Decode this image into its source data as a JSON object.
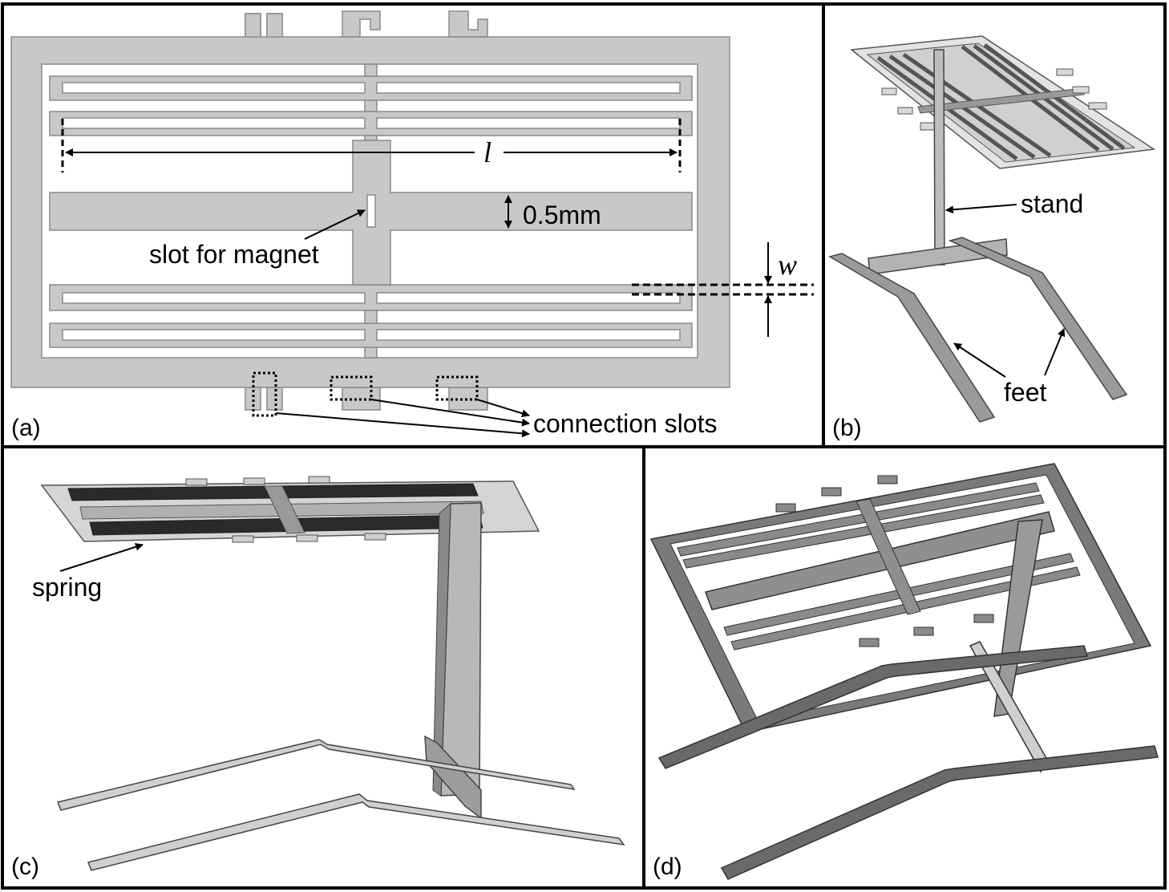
{
  "panels": {
    "a": {
      "label": "(a)"
    },
    "b": {
      "label": "(b)"
    },
    "c": {
      "label": "(c)"
    },
    "d": {
      "label": "(d)"
    }
  },
  "annotations": {
    "length": "l",
    "width": "w",
    "thickness": "0.5mm",
    "magnet_slot": "slot for magnet",
    "connection_slots": "connection slots",
    "stand": "stand",
    "feet": "feet",
    "spring": "spring"
  },
  "colors": {
    "frame_fill": "#c8c8c8",
    "frame_stroke": "#8a8a8a",
    "dark_metal": "#6e6e6e",
    "light_metal": "#d9d9d9",
    "border": "#000000"
  }
}
